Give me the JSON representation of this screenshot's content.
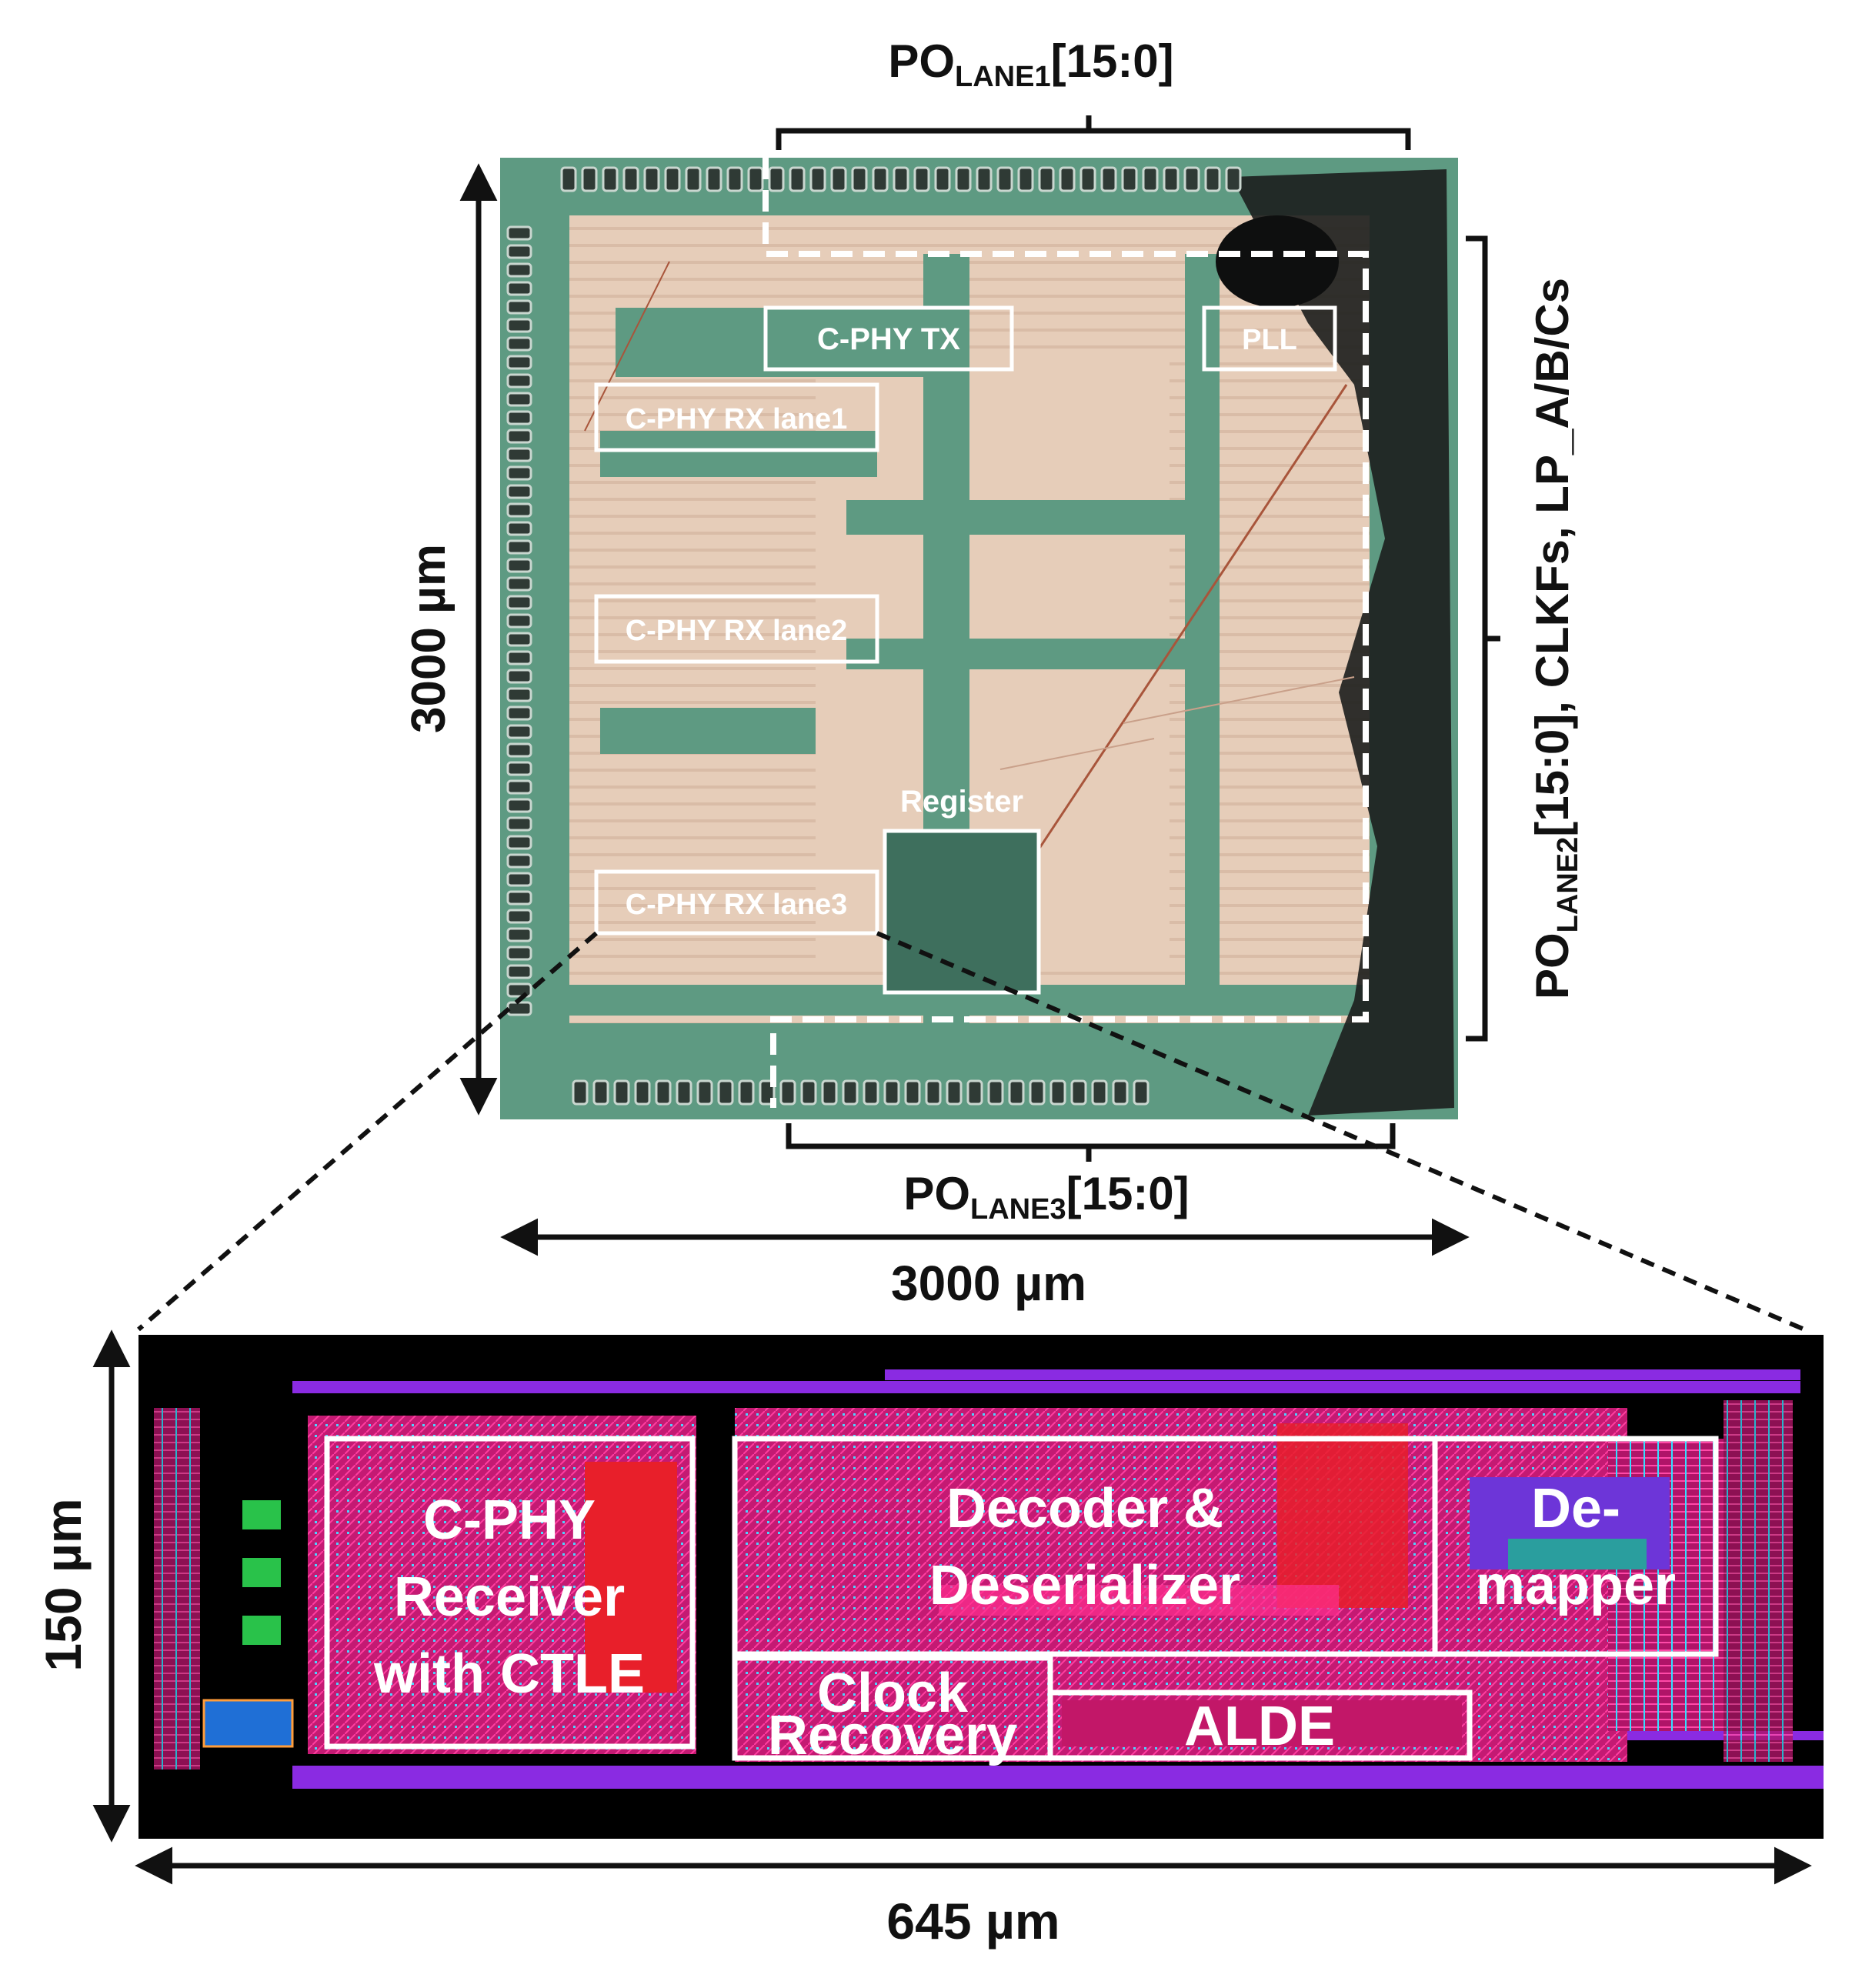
{
  "top": {
    "po_lane1": {
      "prefix": "PO",
      "sub": "LANE1",
      "suffix": "[15:0]"
    },
    "po_lane2": {
      "prefix": "PO",
      "sub": "LANE2",
      "suffix": "[15:0], CLKFs, LP_A/B/Cs"
    },
    "po_lane3": {
      "prefix": "PO",
      "sub": "LANE3",
      "suffix": "[15:0]"
    },
    "chip_height": "3000 µm",
    "chip_width": "3000 µm",
    "blocks": {
      "tx": "C-PHY TX",
      "pll": "PLL",
      "rx1": "C-PHY RX lane1",
      "rx2": "C-PHY RX lane2",
      "rx3": "C-PHY RX lane3",
      "register": "Register"
    }
  },
  "bottom": {
    "height": "150 µm",
    "width": "645 µm",
    "blocks": {
      "receiver": [
        "C-PHY",
        "Receiver",
        "with CTLE"
      ],
      "decoder": [
        "Decoder &",
        "Deserializer"
      ],
      "demapper": [
        "De-",
        "mapper"
      ],
      "clock": [
        "Clock",
        "Recovery"
      ],
      "alde": "ALDE"
    }
  },
  "colors": {
    "die_green": "#5e9a82",
    "die_metal": "#e6cdb9",
    "layout_bg": "#000000",
    "layout_magenta": "#e0207a",
    "layout_purple": "#8a2be2",
    "outline": "#ffffff"
  }
}
